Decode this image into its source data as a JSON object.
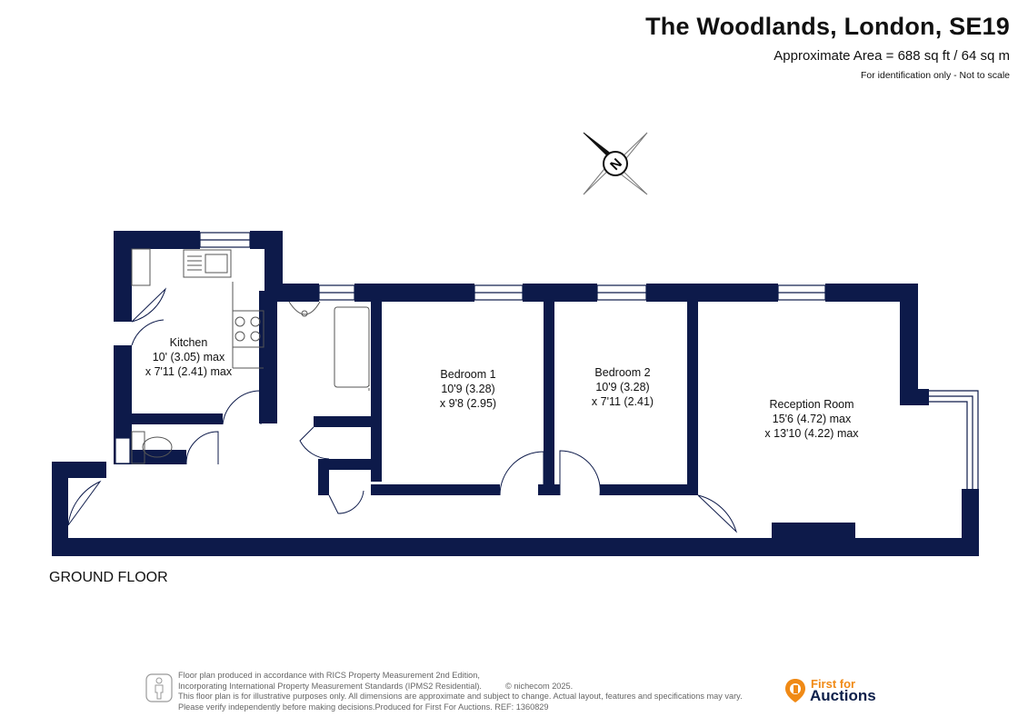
{
  "header": {
    "title": "The Woodlands, London, SE19",
    "area": "Approximate Area = 688 sq ft / 64 sq m",
    "note": "For identification only - Not to scale"
  },
  "compass": {
    "label": "N",
    "icon": "compass-icon"
  },
  "rooms": {
    "kitchen": {
      "name": "Kitchen",
      "dim1": "10' (3.05) max",
      "dim2": "x 7'11 (2.41) max"
    },
    "bedroom1": {
      "name": "Bedroom 1",
      "dim1": "10'9 (3.28)",
      "dim2": "x 9'8 (2.95)"
    },
    "bedroom2": {
      "name": "Bedroom 2",
      "dim1": "10'9 (3.28)",
      "dim2": "x 7'11 (2.41)"
    },
    "reception": {
      "name": "Reception Room",
      "dim1": "15'6 (4.72) max",
      "dim2": "x 13'10 (4.22) max"
    }
  },
  "floor_label": "GROUND FLOOR",
  "footer": {
    "line1": "Floor plan produced in accordance with RICS Property Measurement 2nd Edition,",
    "line2": "Incorporating International Property Measurement Standards (IPMS2 Residential).",
    "line3": "This floor plan is for illustrative purposes only. All dimensions are approximate and subject to change. Actual layout, features and specifications may vary.",
    "line4": "Please verify independently before making decisions.Produced for First For Auctions.   REF:  1360829",
    "copyright": "© nichecom 2025."
  },
  "brand": {
    "top": "First for",
    "name": "Auctions",
    "icon": "first-for-auctions-logo-icon"
  },
  "colors": {
    "wall": "#0d1a4a",
    "accent": "#f08a16",
    "text": "#111111",
    "footer_text": "#666666"
  }
}
